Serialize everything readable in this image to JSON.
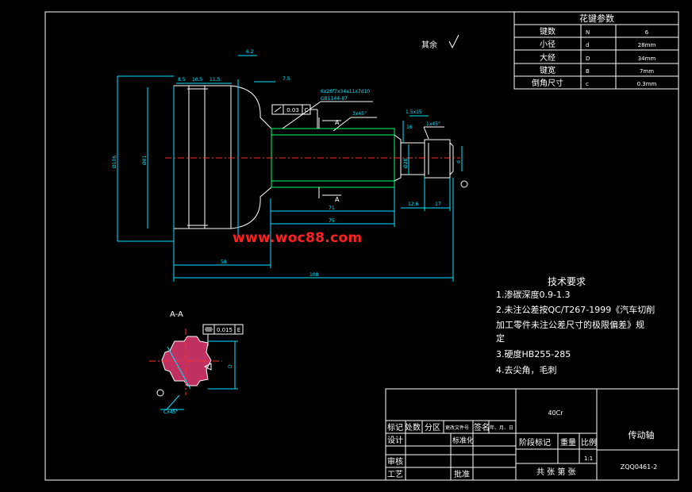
{
  "watermark": "www.woc88.com",
  "surface_roughness": "其余",
  "spline_table": {
    "title": "花键参数",
    "rows": [
      {
        "name": "键数",
        "symbol": "N",
        "value": "6"
      },
      {
        "name": "小径",
        "symbol": "d",
        "value": "28mm"
      },
      {
        "name": "大经",
        "symbol": "D",
        "value": "34mm"
      },
      {
        "name": "键宽",
        "symbol": "B",
        "value": "7mm"
      },
      {
        "name": "倒角尺寸",
        "symbol": "c",
        "value": "0.3mm"
      }
    ]
  },
  "tech_requirements": {
    "title": "技术要求",
    "lines": [
      "1.渗碳深度0.9-1.3",
      "2.未注公差按QC/T267-1999《汽车切削",
      "加工零件未注公差尺寸的极限偏差》规",
      "定",
      "3.硬度HB255-285",
      "4.去尖角，毛刺"
    ]
  },
  "section_label": "A-A",
  "section_marks": [
    "A",
    "A"
  ],
  "tolerances": {
    "main": "0.03",
    "main_datum": "C",
    "section": "0.015",
    "section_datum": "E"
  },
  "spline_note": [
    "6x28f7x34a11x7d10",
    "GB1144-87"
  ],
  "dimensions": {
    "d_6_2": "6.2",
    "d_7_5": "7.5",
    "d_8_5": "8.5",
    "d_10_5": "10.5",
    "d_11_5": "11.5",
    "d_15x15": "1.5x15",
    "d_16": "16",
    "d_3x45": "3x45°",
    "d_1x45": "1x45°",
    "d_phi106": "Ø106",
    "d_phi81": "Ø81",
    "d_phi28": "Ø28",
    "d_m": "d",
    "d_71": "71",
    "d_75": "75",
    "d_126": "12.6",
    "d_17": "17",
    "d_58": "58",
    "d_108": "108",
    "d_section": "D",
    "d_cx45": "Cx45°"
  },
  "title_block": {
    "material": "40Cr",
    "part_name": "传动轴",
    "drawing_no": "ZQQ0461-2",
    "scale": "1:1",
    "labels": {
      "mark": "标记",
      "count": "处数",
      "zone": "分区",
      "change_doc": "更改文件号",
      "sign": "签名",
      "date": "年、月、日",
      "design": "设计",
      "standardize": "标准化",
      "stage_mark": "阶段标记",
      "weight": "重量",
      "ratio": "比例",
      "check": "审核",
      "process": "工艺",
      "approve": "批准",
      "sheets": "共  张  第  张"
    }
  }
}
